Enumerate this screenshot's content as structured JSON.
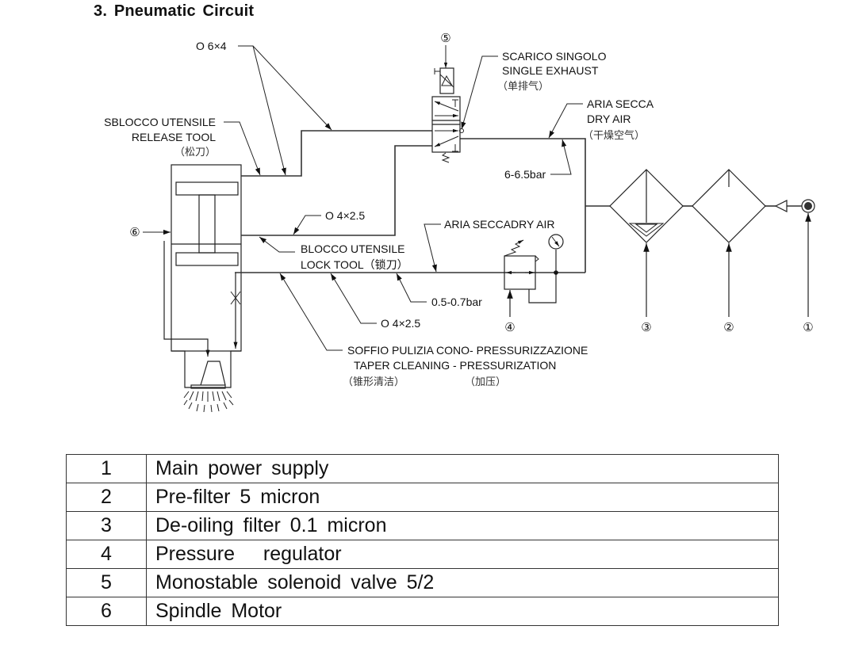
{
  "title": "3. Pneumatic Circuit",
  "labels": {
    "pipe_6x4": "O 6×4",
    "release_tool_it": "SBLOCCO UTENSILE",
    "release_tool_en": "RELEASE TOOL",
    "release_tool_cn": "（松刀）",
    "single_exhaust_it": "SCARICO SINGOLO",
    "single_exhaust_en": "SINGLE EXHAUST",
    "single_exhaust_cn": "（单排气）",
    "dry_air_it": "ARIA SECCA",
    "dry_air_en": "DRY AIR",
    "dry_air_cn": "（干燥空气）",
    "pressure_high": "6-6.5bar",
    "pipe_4x25_a": "O 4×2.5",
    "lock_tool_it": "BLOCCO UTENSILE",
    "lock_tool_en": "LOCK TOOL（锁刀）",
    "dry_air_low": "ARIA SECCADRY AIR",
    "pressure_low": "0.5-0.7bar",
    "pipe_4x25_b": "O 4×2.5",
    "taper_it": "SOFFIO PULIZIA CONO- PRESSURIZZAZIONE",
    "taper_en": "TAPER CLEANING - PRESSURIZATION",
    "taper_cn": "（锥形清洁）",
    "pressurization_cn": "（加压）"
  },
  "callouts": {
    "c1": "①",
    "c2": "②",
    "c3": "③",
    "c4": "④",
    "c5": "⑤",
    "c6": "⑥"
  },
  "legend": [
    {
      "num": "1",
      "desc": "Main power supply"
    },
    {
      "num": "2",
      "desc": "Pre-filter 5 micron"
    },
    {
      "num": "3",
      "desc": "De-oiling filter 0.1 micron"
    },
    {
      "num": "4",
      "desc": "Pressure   regulator"
    },
    {
      "num": "5",
      "desc": "Monostable solenoid valve 5/2"
    },
    {
      "num": "6",
      "desc": "Spindle Motor"
    }
  ]
}
